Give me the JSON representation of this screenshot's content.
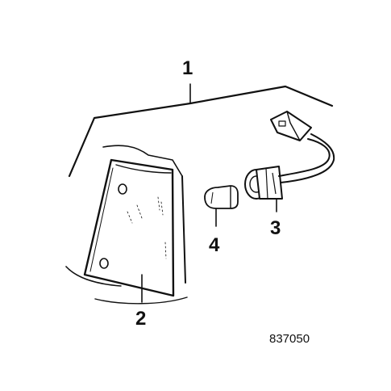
{
  "callouts": {
    "part_1": "1",
    "part_2": "2",
    "part_3": "3",
    "part_4": "4"
  },
  "diagram_number": "837050",
  "colors": {
    "ink": "#111111",
    "background": "#ffffff"
  }
}
